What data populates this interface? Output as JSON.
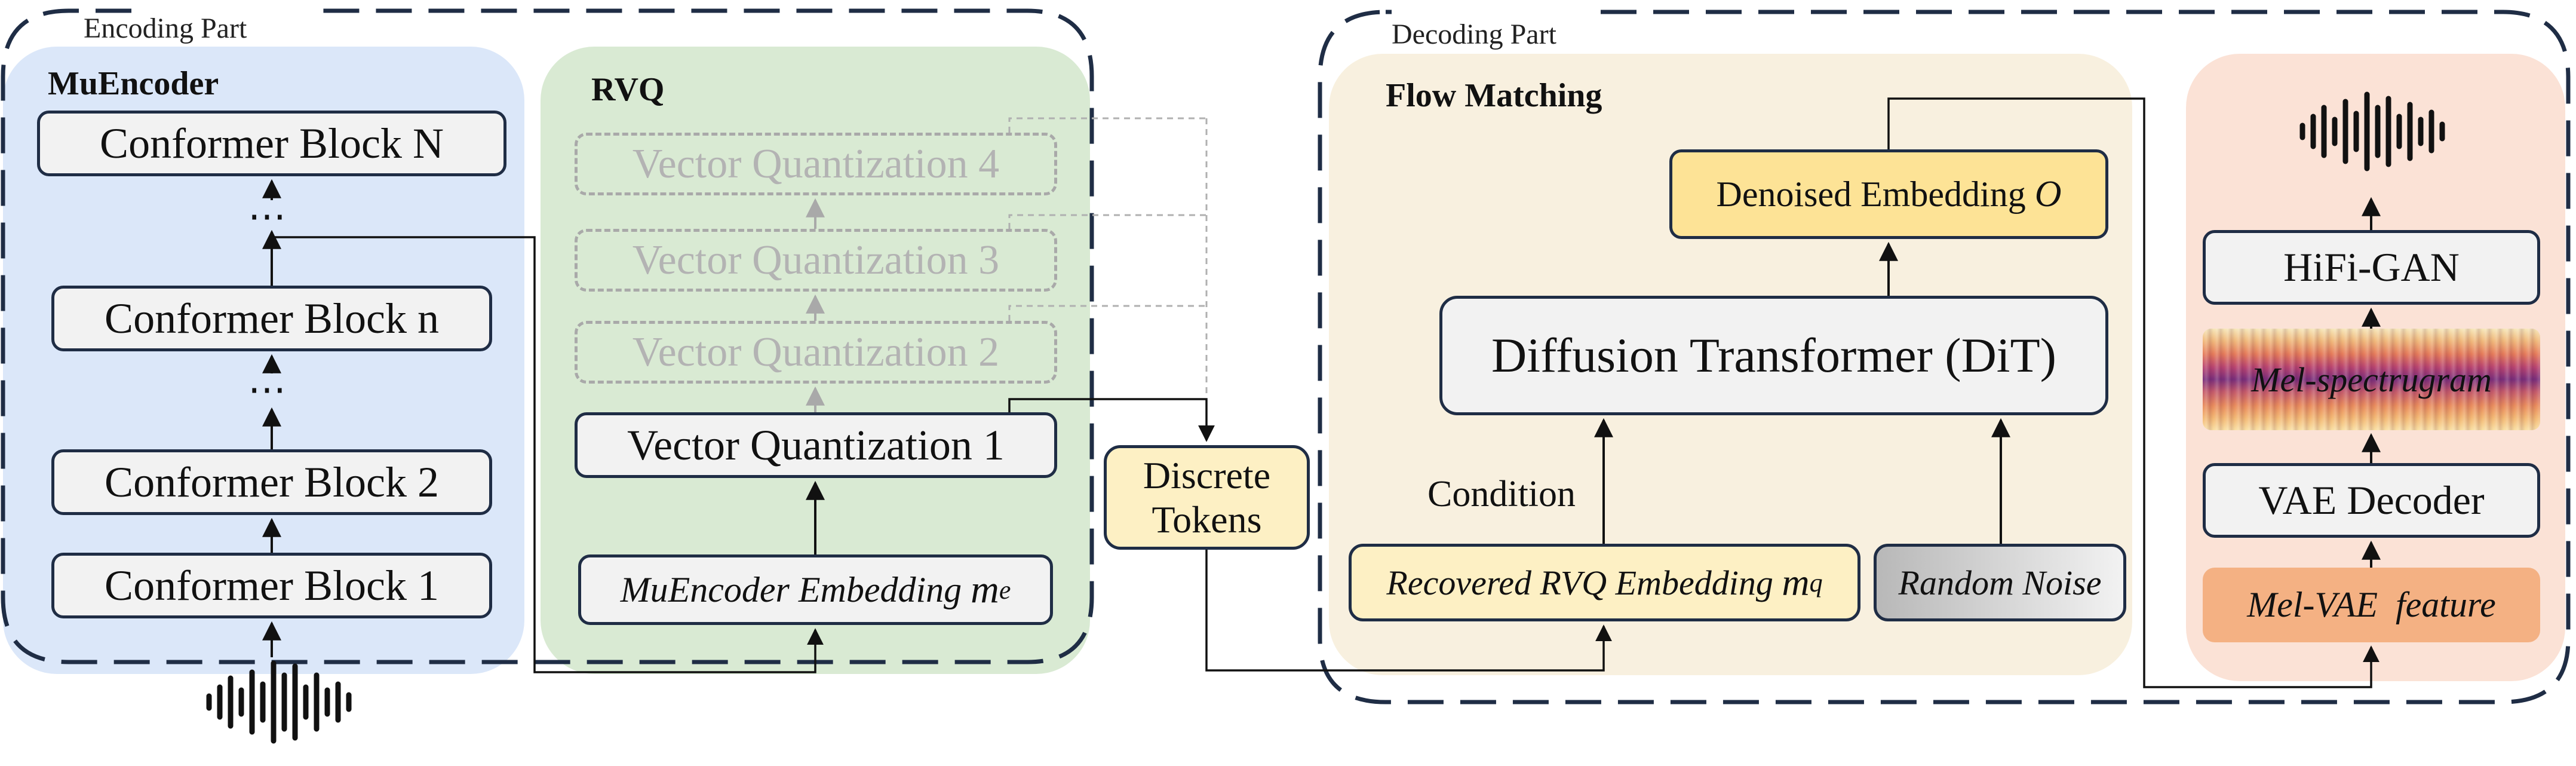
{
  "encoding_part": {
    "label": "Encoding Part",
    "muencoder": {
      "title": "MuEncoder",
      "blocks": [
        "Conformer Block N",
        "Conformer Block n",
        "Conformer Block 2",
        "Conformer Block 1"
      ],
      "ellipsis": "⋯"
    },
    "rvq": {
      "title": "RVQ",
      "quantizers": [
        "Vector Quantization 4",
        "Vector Quantization 3",
        "Vector Quantization 2",
        "Vector Quantization 1"
      ],
      "embedding_label": "MuEncoder Embedding",
      "embedding_symbol": "m",
      "embedding_subscript": "e"
    }
  },
  "discrete_tokens": {
    "line1": "Discrete",
    "line2": "Tokens"
  },
  "decoding_part": {
    "label": "Decoding Part",
    "flow_matching": {
      "title": "Flow Matching",
      "denoised_label": "Denoised Embedding",
      "denoised_symbol": "O",
      "dit": "Diffusion Transformer (DiT)",
      "condition": "Condition",
      "recovered_label": "Recovered RVQ Embedding",
      "recovered_symbol": "m",
      "recovered_subscript": "q",
      "noise": "Random Noise"
    },
    "vocoder": {
      "hifigan": "HiFi-GAN",
      "mel": "Mel-spectrugram",
      "vae_decoder": "VAE Decoder",
      "mel_vae": "Mel-VAE  feature"
    }
  },
  "colors": {
    "muencoder_bg": "#dbe7f9",
    "rvq_bg": "#d9ead3",
    "flow_bg": "#f8f0df",
    "vocoder_bg": "#fbe2d6",
    "tokens_bg": "#fdf0c4",
    "denoised_bg": "#fde396",
    "recovered_bg": "#fdf0c4",
    "noise_gradient": [
      "#b8b8b8",
      "#f2f2f2"
    ],
    "mel_vae_bg": "#f4b183",
    "dashed_border": "#1f2d45",
    "arrows": "#111111"
  }
}
